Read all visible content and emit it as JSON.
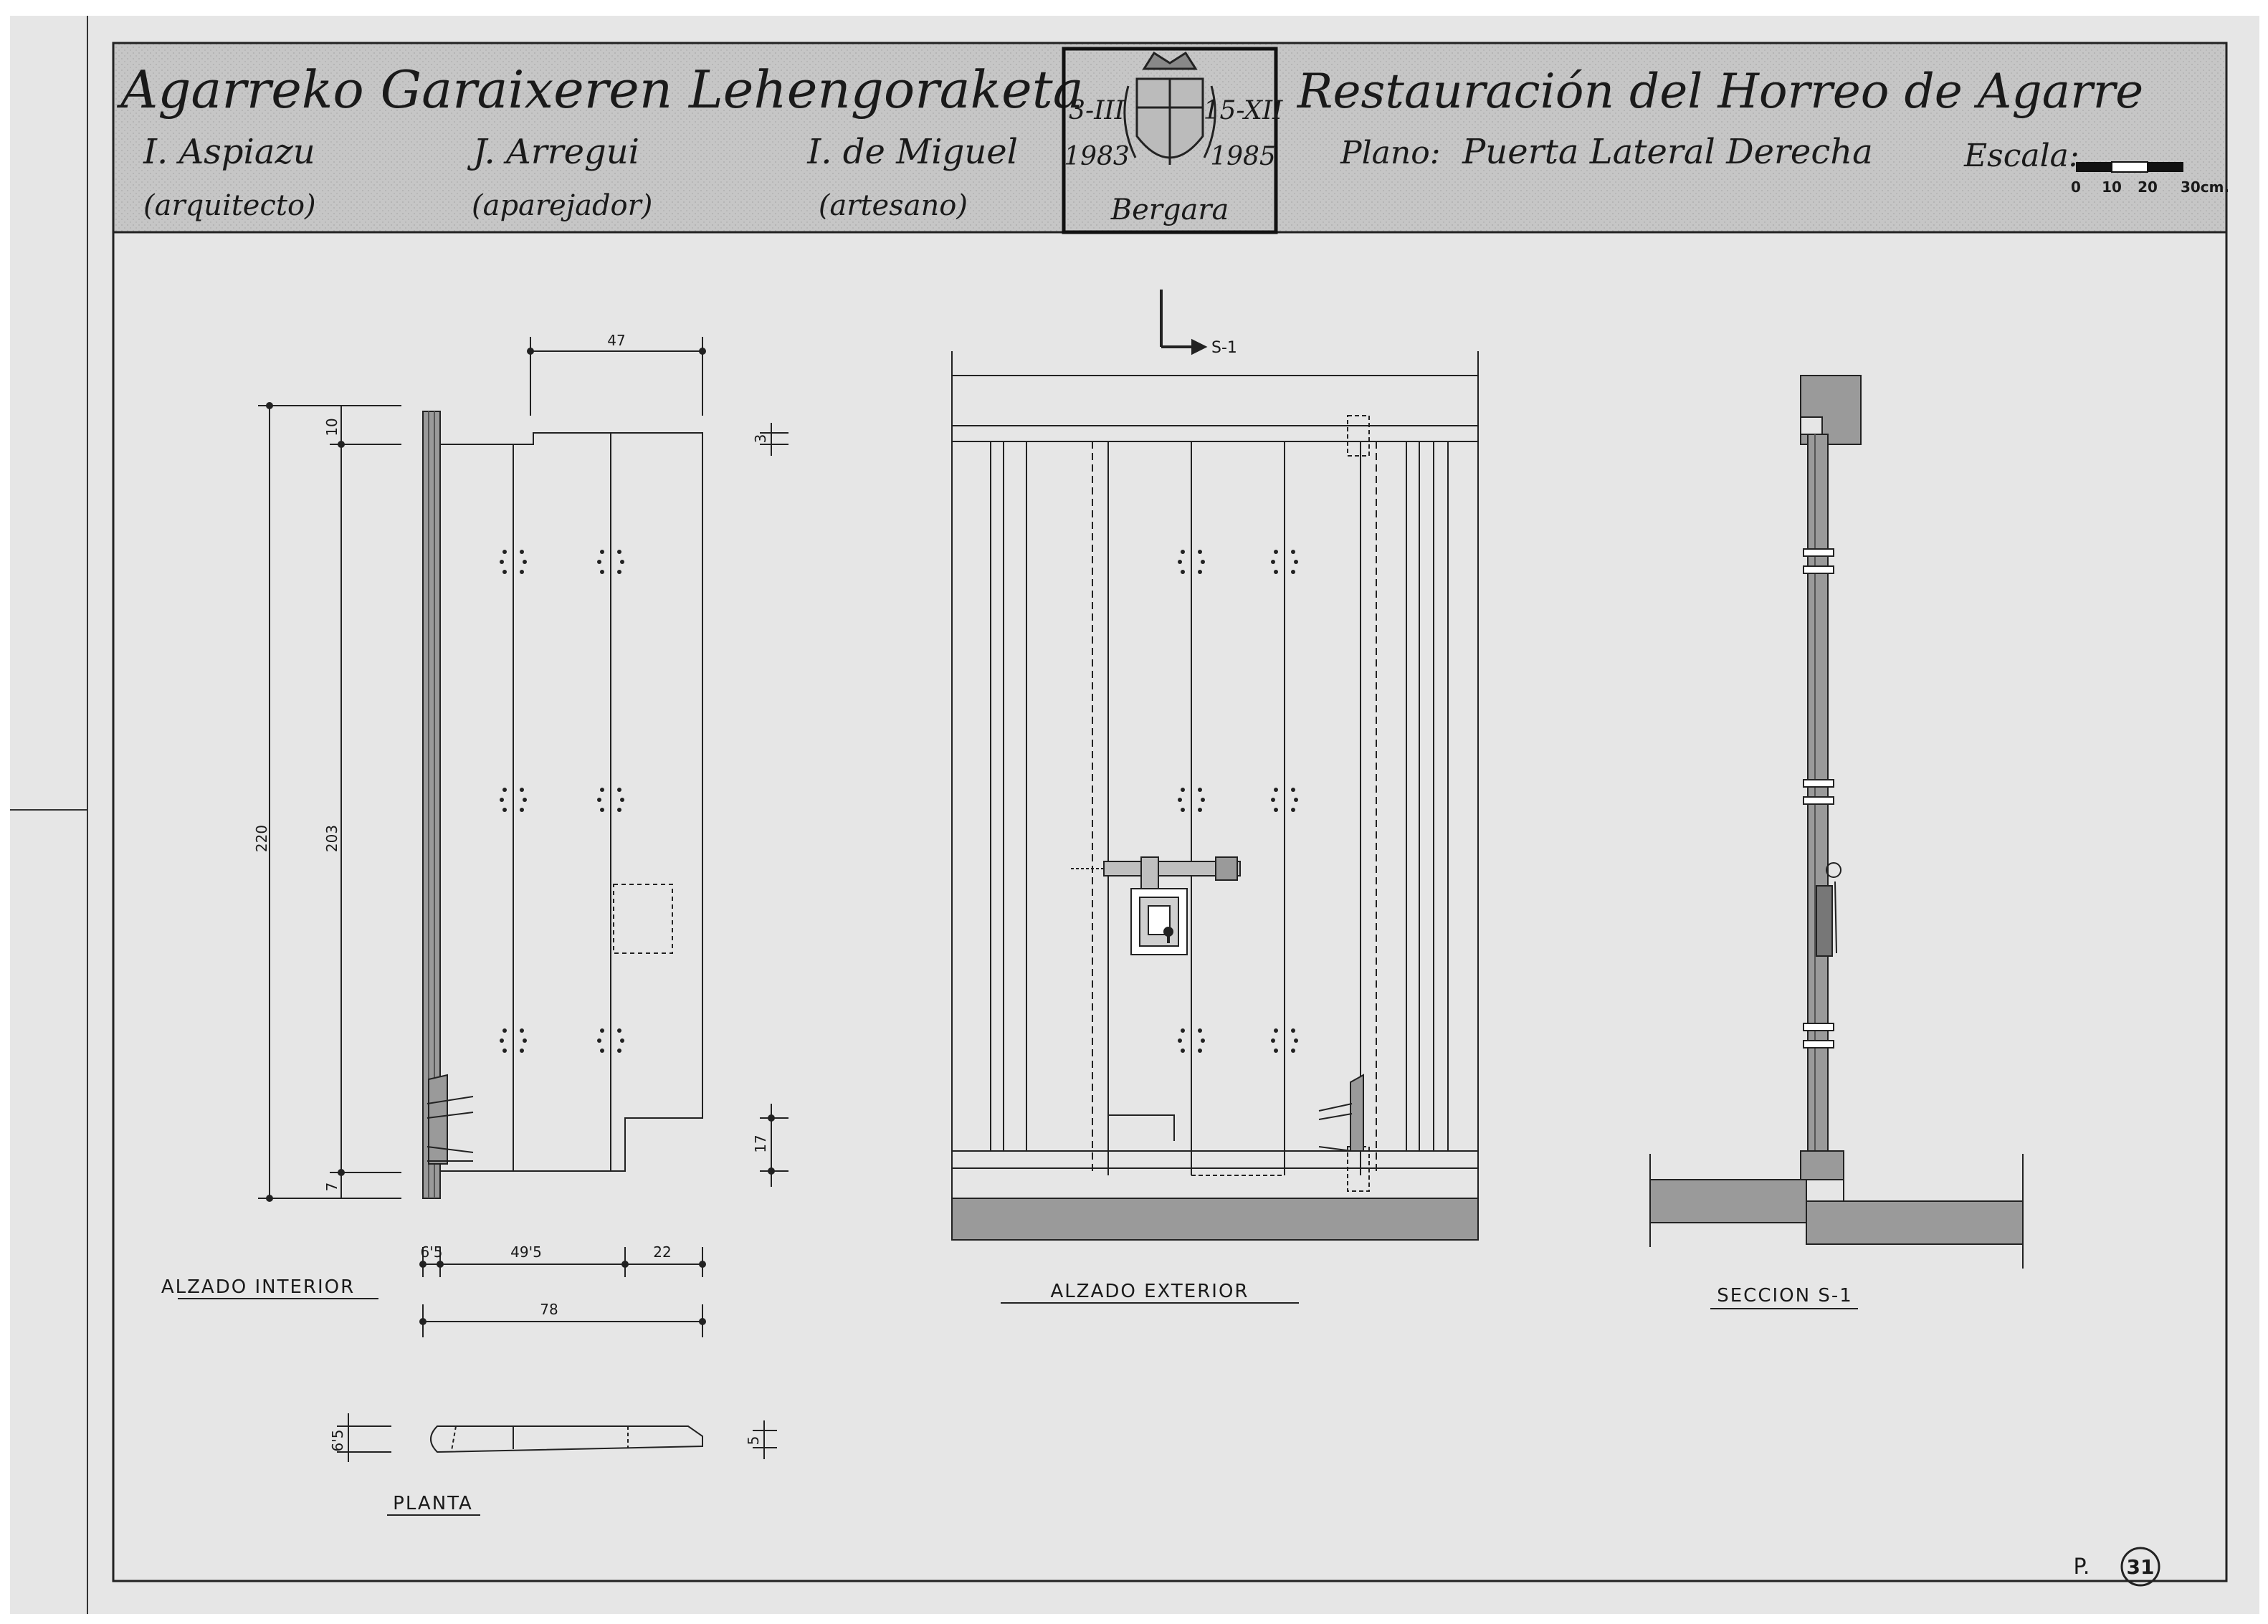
{
  "title_block": {
    "basque_title": "Agarreko Garaixeren Lehengoraketa",
    "spanish_title": "Restauración del Horreo de Agarre",
    "people": [
      {
        "name": "I. Aspiazu",
        "role": "(arquitecto)"
      },
      {
        "name": "J. Arregui",
        "role": "(aparejador)"
      },
      {
        "name": "I. de Miguel",
        "role": "(artesano)"
      }
    ],
    "dates": {
      "start_day": "3-III",
      "start_year": "1983",
      "end_day": "15-XII",
      "end_year": "1985"
    },
    "place": "Bergara",
    "plan_label": "Plano:",
    "plan_name": "Puerta Lateral Derecha",
    "scale_label": "Escala:",
    "scale_ticks": [
      "0",
      "10",
      "20",
      "30cm."
    ]
  },
  "views": {
    "interior": {
      "label": "ALZADO INTERIOR",
      "dims": {
        "top_width": "47",
        "top_notch": "3",
        "total_height": "220",
        "door_height": "203",
        "top_offset": "10",
        "bottom_offset": "7",
        "bottom_step": "17",
        "left_thickness": "6'5",
        "mid_width": "49'5",
        "right_width": "22",
        "overall_width": "78"
      }
    },
    "exterior": {
      "label": "ALZADO EXTERIOR",
      "section_mark": "S-1"
    },
    "section": {
      "label": "SECCION S-1"
    },
    "plan": {
      "label": "PLANTA",
      "dims": {
        "thickness_left": "6'5",
        "thickness_right": "5"
      }
    }
  },
  "sheet": {
    "page_prefix": "P.",
    "page_number": "31"
  },
  "colors": {
    "paper": "#e6e6e6",
    "title_band": "#c9c9c9",
    "ink": "#1a1a1a",
    "hatch": "#9a9a9a"
  }
}
